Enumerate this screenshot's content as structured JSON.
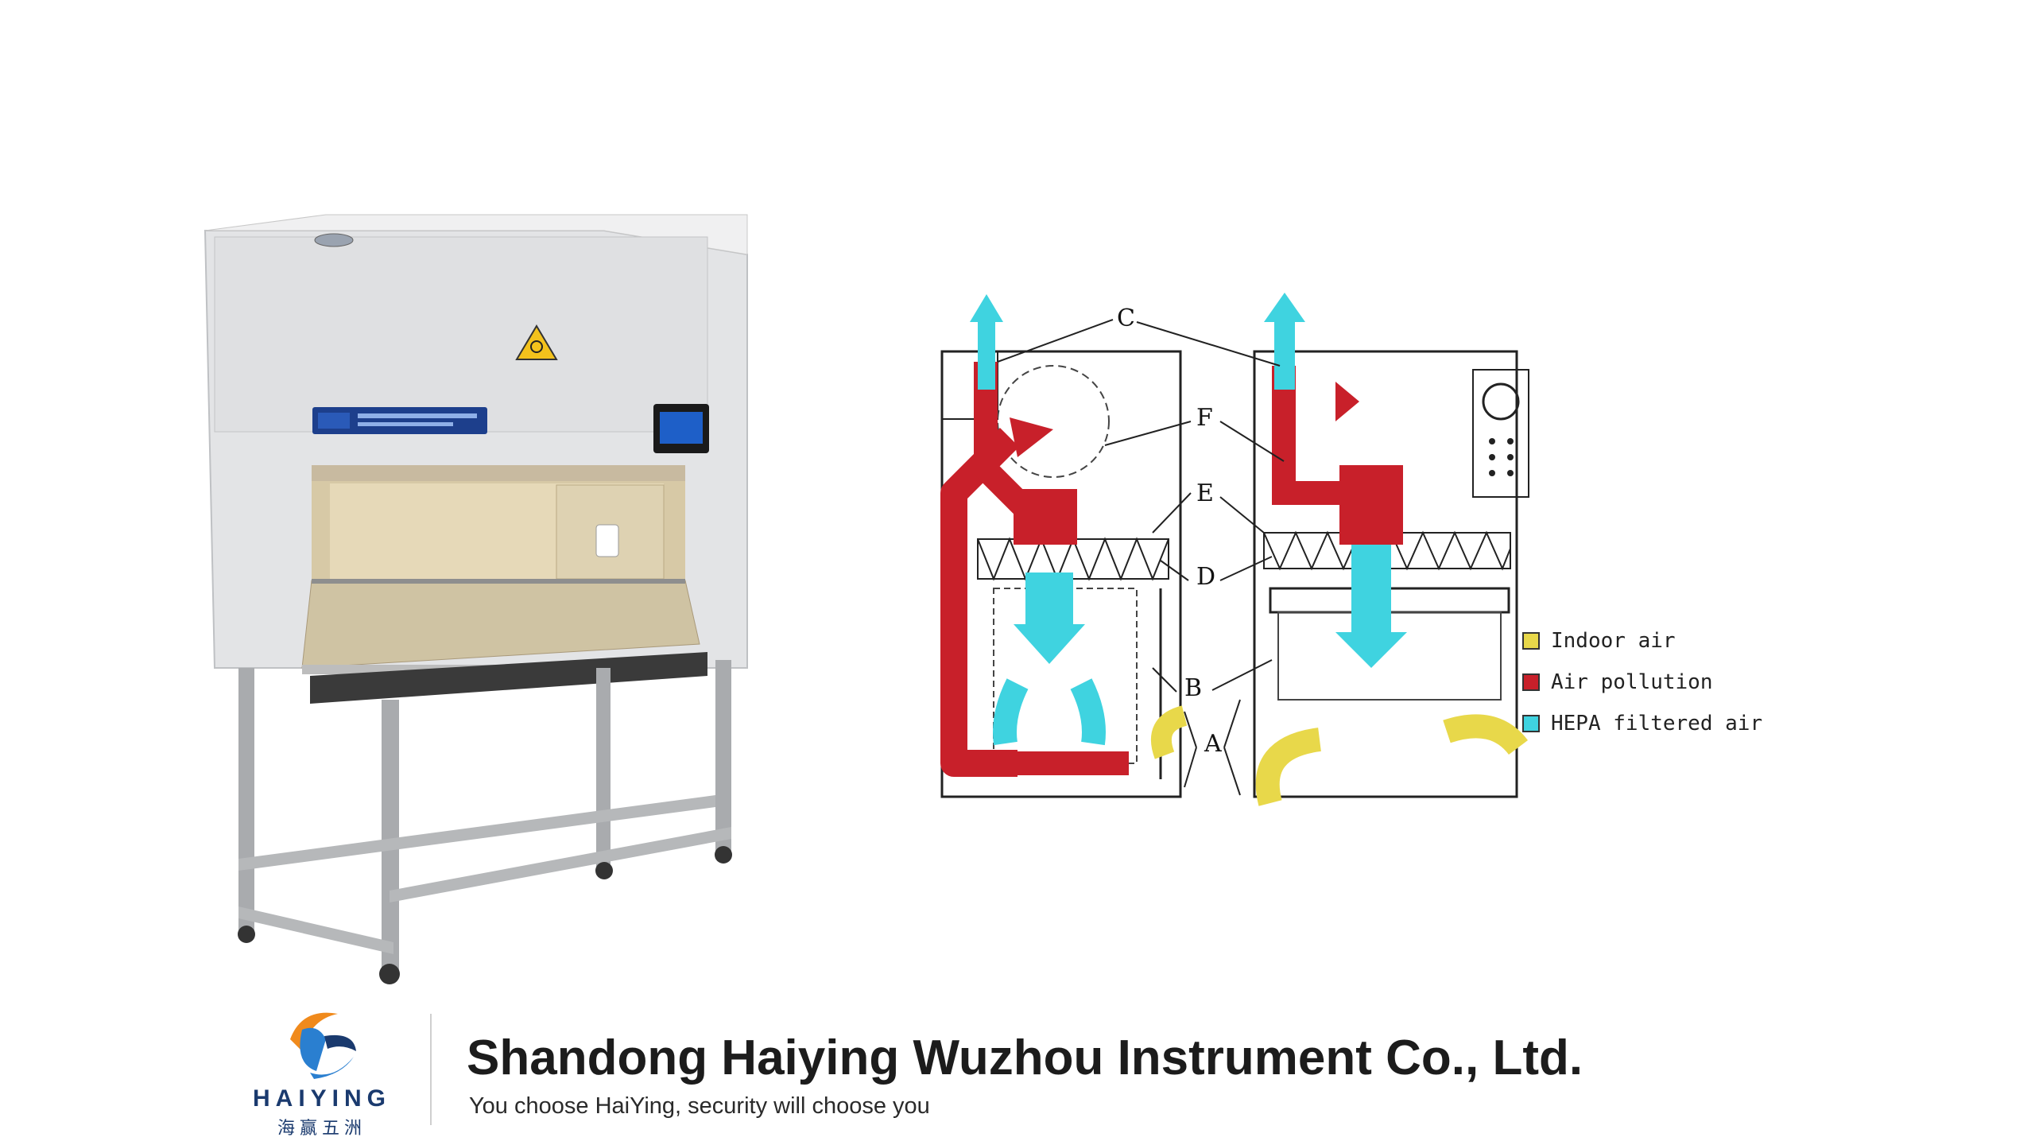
{
  "diagram": {
    "labels": {
      "a": "A",
      "b": "B",
      "c": "C",
      "d": "D",
      "e": "E",
      "f": "F"
    }
  },
  "legend": {
    "items": [
      {
        "label": "Indoor air",
        "color": "#e8d84a"
      },
      {
        "label": "Air pollution",
        "color": "#c8202a"
      },
      {
        "label": "HEPA filtered air",
        "color": "#3fd3e0"
      }
    ]
  },
  "footer": {
    "company_name": "Shandong Haiying Wuzhou Instrument Co., Ltd.",
    "slogan": "You choose HaiYing, security will choose you",
    "logo_wordmark": "HAIYING",
    "logo_cn": "海赢五洲"
  },
  "colors": {
    "brand_blue": "#1a3a6e",
    "logo_orange": "#f08a1c",
    "logo_light_blue": "#2a7fd0",
    "pollution_red": "#c8202a",
    "hepa_cyan": "#3fd3e0",
    "indoor_yellow": "#e8d84a"
  }
}
